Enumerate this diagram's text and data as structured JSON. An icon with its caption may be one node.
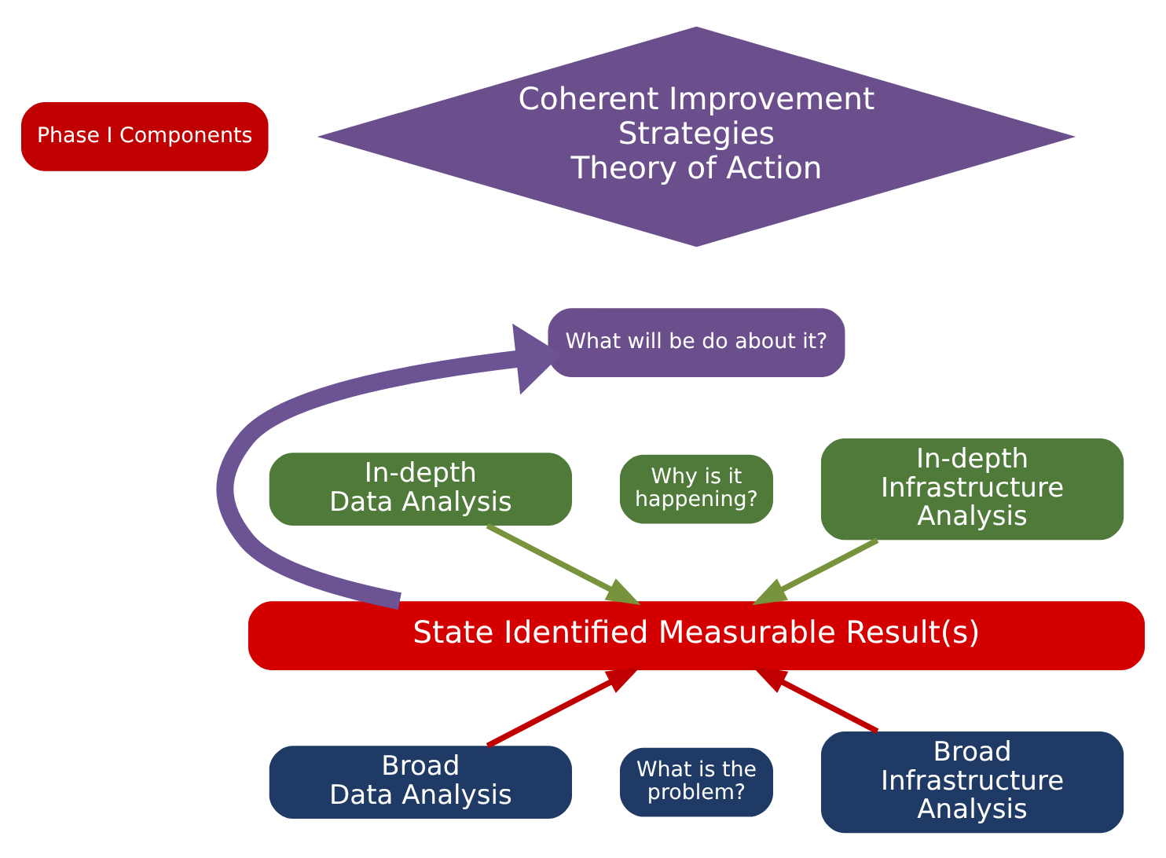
{
  "diagram": {
    "nodes": [
      {
        "text": [
          "Phase I Components"
        ]
      },
      {
        "text": [
          "Coherent Improvement Strategies Theory of Action"
        ]
      },
      {
        "text": [
          "What will be do about it?"
        ]
      },
      {
        "text": [
          "In-depth Data Analysis"
        ]
      },
      {
        "text": [
          "Why is it happening?"
        ]
      },
      {
        "text": [
          "In-depth Infrastructure Analysis"
        ]
      },
      {
        "text": [
          "State Identified Measurable Result(s)"
        ]
      },
      {
        "text": [
          "Broad Data Analysis"
        ]
      },
      {
        "text": [
          "What is the problem?"
        ]
      },
      {
        "text": [
          "Broad Infrastructure Analysis"
        ]
      }
    ],
    "edges": [
      {
        "from": 6,
        "to": 2,
        "arrow": "to",
        "style": "thick",
        "color": "#6b5394"
      },
      {
        "from": 3,
        "to": 6,
        "arrow": "to",
        "color": "#77933c"
      },
      {
        "from": 5,
        "to": 6,
        "arrow": "to",
        "color": "#77933c"
      },
      {
        "from": 7,
        "to": 6,
        "arrow": "to",
        "color": "#c00000"
      },
      {
        "from": 9,
        "to": 6,
        "arrow": "to",
        "color": "#c00000"
      }
    ]
  }
}
